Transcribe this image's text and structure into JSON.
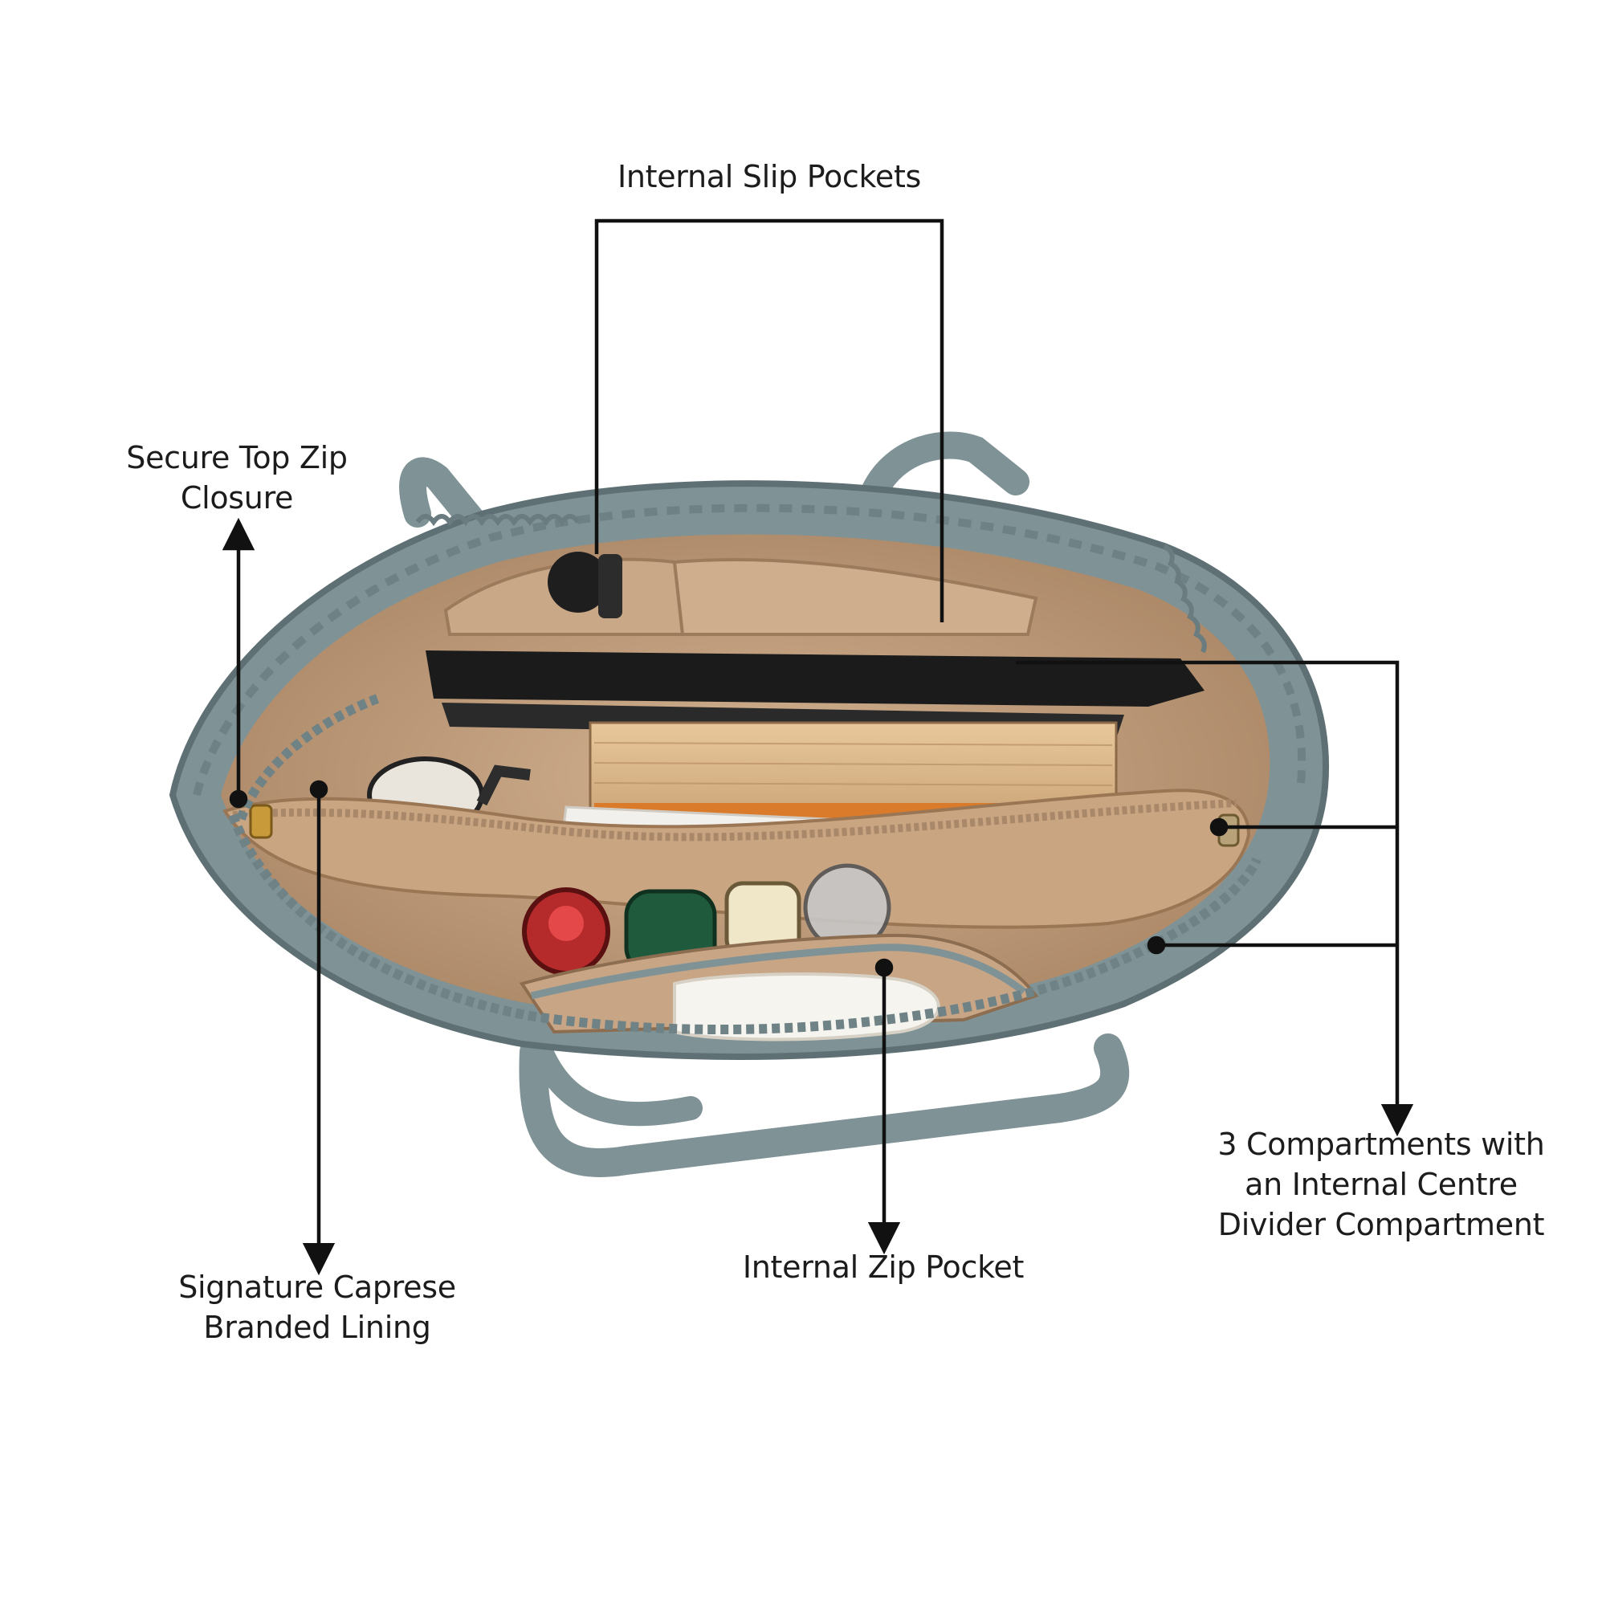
{
  "callouts": {
    "slip_pockets": {
      "lines": [
        "Internal Slip Pockets"
      ]
    },
    "top_zip": {
      "lines": [
        "Secure Top Zip",
        "Closure"
      ]
    },
    "compartments": {
      "lines": [
        "3 Compartments with",
        "an Internal Centre",
        "Divider Compartment"
      ]
    },
    "lining": {
      "lines": [
        "Signature Caprese",
        "Branded Lining"
      ]
    },
    "zip_pocket": {
      "lines": [
        "Internal Zip Pocket"
      ]
    }
  },
  "colors": {
    "leather": "#7f9296",
    "leather_dark": "#5f7074",
    "lining": "#c4a282",
    "lining_dark": "#9c7a5c",
    "leader": "#111111"
  }
}
